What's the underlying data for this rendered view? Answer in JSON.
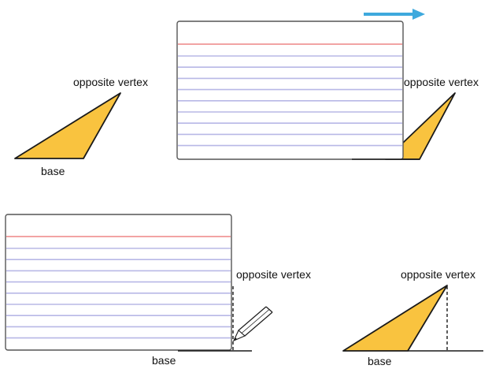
{
  "colors": {
    "triangle_fill": "#F9C33F",
    "outline": "#1a1a1a",
    "card_border": "#555555",
    "red_margin_line": "#F2A4A4",
    "blue_rule_line": "#B8B8E6",
    "arrow": "#3EA9DD"
  },
  "icons": {
    "arrow": "arrow-right-icon",
    "pencil": "pencil-icon"
  },
  "panels": {
    "top_left": {
      "opposite_vertex_label": "opposite vertex",
      "base_label": "base"
    },
    "top_right": {
      "opposite_vertex_label": "opposite vertex"
    },
    "bottom_left": {
      "opposite_vertex_label": "opposite vertex",
      "base_label": "base"
    },
    "bottom_right": {
      "opposite_vertex_label": "opposite vertex",
      "base_label": "base"
    }
  }
}
